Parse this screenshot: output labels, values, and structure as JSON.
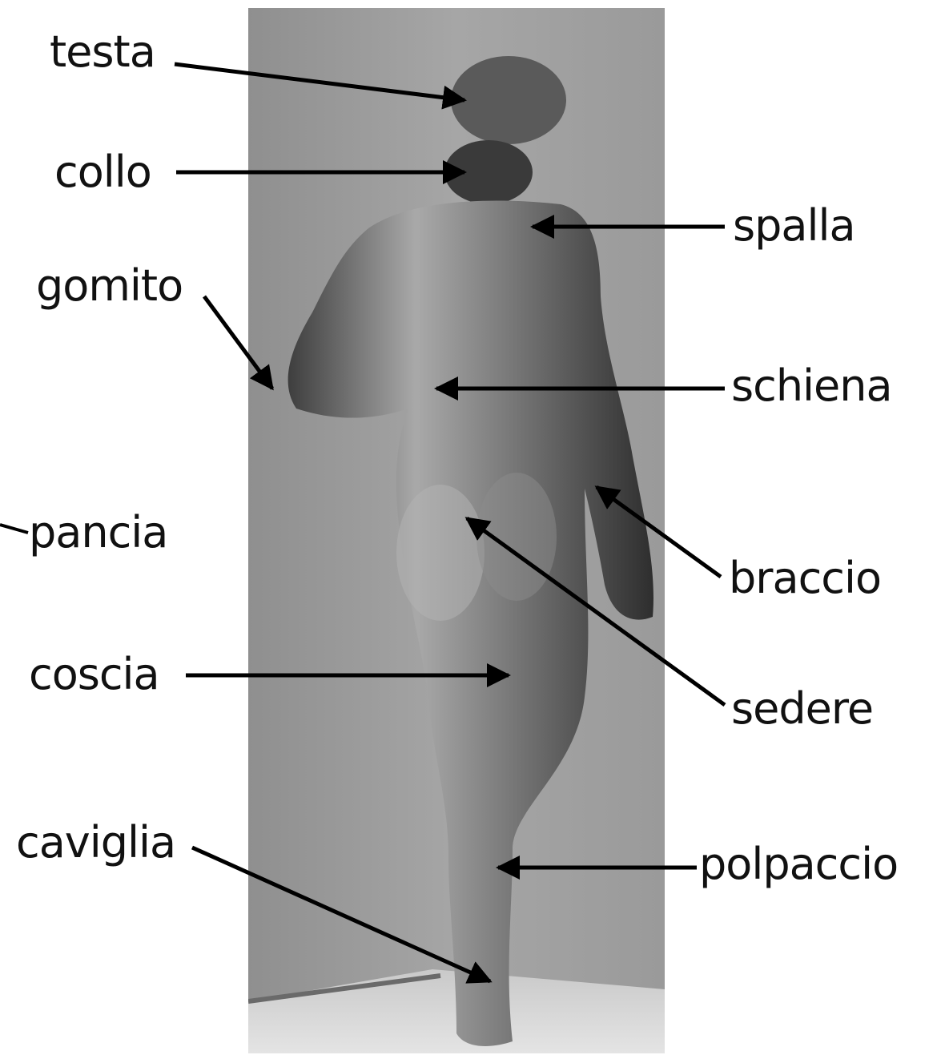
{
  "diagram": {
    "photo_subject": "statue-back-view",
    "colors": {
      "label": "#111111",
      "arrow": "#000000",
      "background": "#ffffff"
    },
    "labels": {
      "testa": "testa",
      "collo": "collo",
      "spalla": "spalla",
      "gomito": "gomito",
      "schiena": "schiena",
      "pancia": "pancia",
      "braccio": "braccio",
      "coscia": "coscia",
      "sedere": "sedere",
      "caviglia": "caviglia",
      "polpaccio": "polpaccio"
    }
  }
}
